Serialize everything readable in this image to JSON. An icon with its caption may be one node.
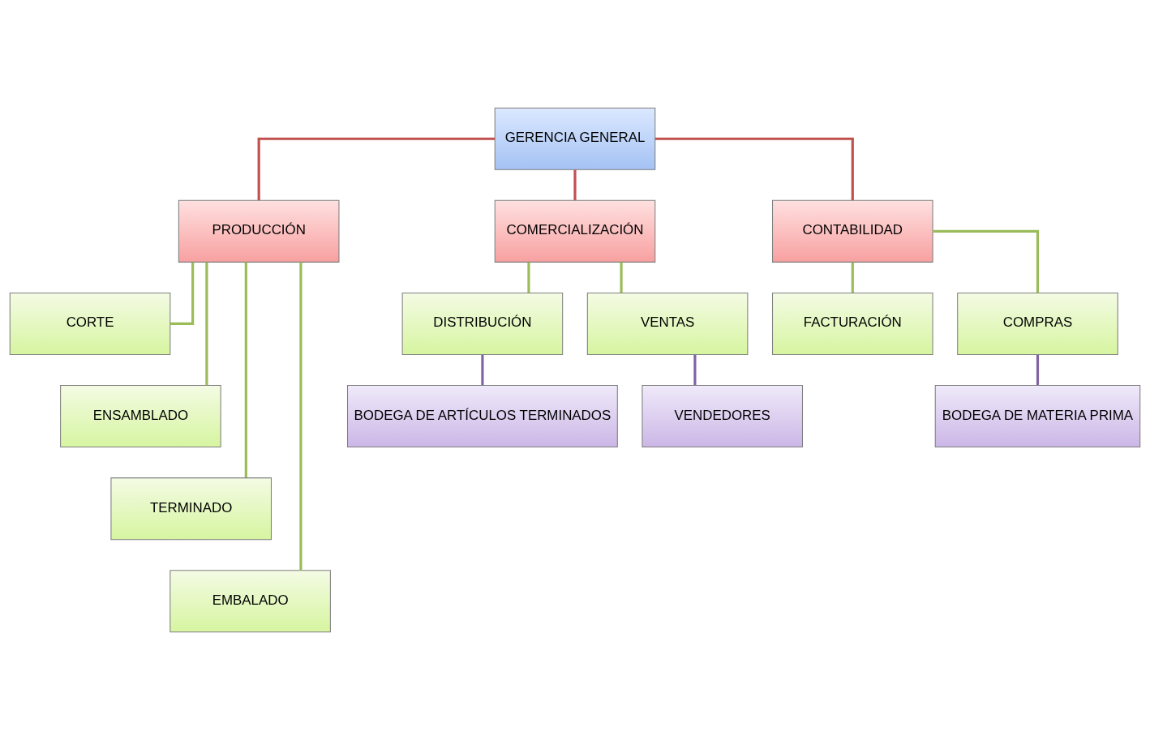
{
  "diagram": {
    "nodes": [
      {
        "text": [
          "GERENCIA GENERAL"
        ]
      },
      {
        "text": [
          "PRODUCCIÓN"
        ]
      },
      {
        "text": [
          "COMERCIALIZACIÓN"
        ]
      },
      {
        "text": [
          "CONTABILIDAD"
        ]
      },
      {
        "text": [
          "CORTE"
        ]
      },
      {
        "text": [
          "ENSAMBLADO"
        ]
      },
      {
        "text": [
          "TERMINADO"
        ]
      },
      {
        "text": [
          "EMBALADO"
        ]
      },
      {
        "text": [
          "DISTRIBUCIÓN"
        ]
      },
      {
        "text": [
          "VENTAS"
        ]
      },
      {
        "text": [
          "FACTURACIÓN"
        ]
      },
      {
        "text": [
          "COMPRAS"
        ]
      },
      {
        "text": [
          "BODEGA DE ARTÍCULOS TERMINADOS"
        ]
      },
      {
        "text": [
          "VENDEDORES"
        ]
      },
      {
        "text": [
          "BODEGA DE MATERIA PRIMA"
        ]
      }
    ],
    "edges": [
      {
        "from": 0,
        "to": 1,
        "arrow": "none",
        "color": "#c0504d"
      },
      {
        "from": 0,
        "to": 2,
        "arrow": "none",
        "color": "#c0504d"
      },
      {
        "from": 0,
        "to": 3,
        "arrow": "none",
        "color": "#c0504d"
      },
      {
        "from": 1,
        "to": 4,
        "arrow": "none"
      },
      {
        "from": 1,
        "to": 5,
        "arrow": "none"
      },
      {
        "from": 1,
        "to": 6,
        "arrow": "none"
      },
      {
        "from": 1,
        "to": 7,
        "arrow": "none"
      },
      {
        "from": 2,
        "to": 8,
        "arrow": "none"
      },
      {
        "from": 2,
        "to": 9,
        "arrow": "none"
      },
      {
        "from": 3,
        "to": 10,
        "arrow": "none"
      },
      {
        "from": 3,
        "to": 11,
        "arrow": "none"
      },
      {
        "from": 8,
        "to": 12,
        "arrow": "none",
        "color": "#8064a2"
      },
      {
        "from": 9,
        "to": 13,
        "arrow": "none",
        "color": "#8064a2"
      },
      {
        "from": 11,
        "to": 14,
        "arrow": "none",
        "color": "#8064a2"
      }
    ]
  }
}
